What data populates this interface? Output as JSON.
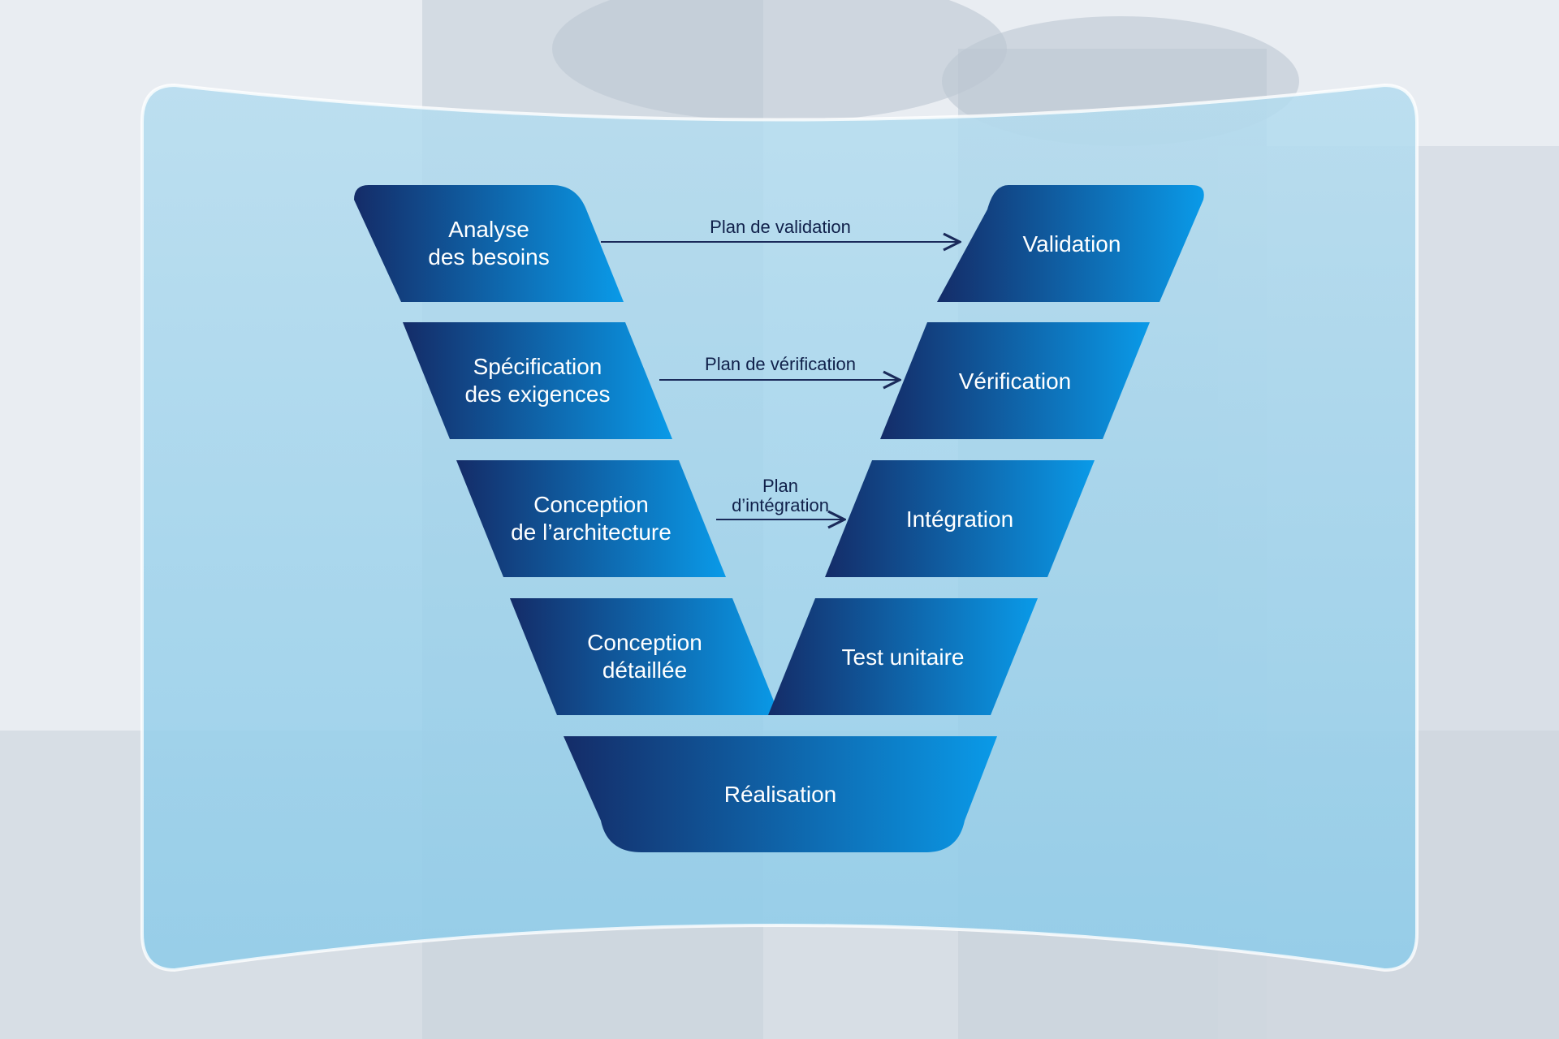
{
  "colors": {
    "box_dark": "#142c68",
    "box_light": "#0a9ae8",
    "panel": "#a9d6ee",
    "arrow": "#1a2a5a"
  },
  "left": [
    {
      "line1": "Analyse",
      "line2": "des besoins"
    },
    {
      "line1": "Spécification",
      "line2": "des exigences"
    },
    {
      "line1": "Conception",
      "line2": "de l’architecture"
    },
    {
      "line1": "Conception",
      "line2": "détaillée"
    }
  ],
  "right": [
    "Validation",
    "Vérification",
    "Intégration",
    "Test unitaire"
  ],
  "bottom": "Réalisation",
  "arrows": [
    {
      "line1": "Plan de validation",
      "line2": ""
    },
    {
      "line1": "Plan de vérification",
      "line2": ""
    },
    {
      "line1": "Plan",
      "line2": "d’intégration"
    }
  ]
}
